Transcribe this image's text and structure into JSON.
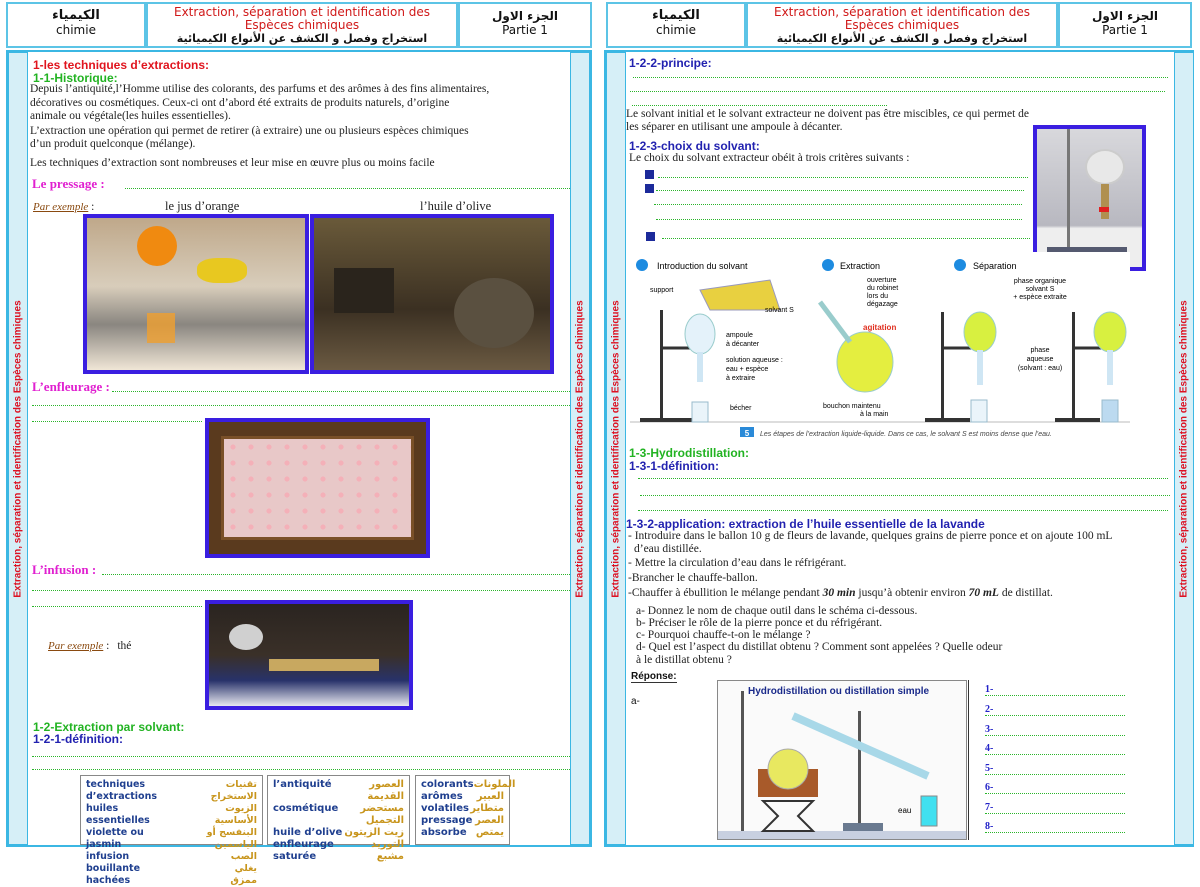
{
  "header": {
    "subject_ar": "الكيمياء",
    "subject_fr": "chimie",
    "title_fr_1": "Extraction, séparation et identification  des",
    "title_fr_2": "Espèces  chimiques",
    "title_ar": "استخراج وفصل و الكشف عن الأنواع الكيميائية",
    "part_ar": "الجزء الاول",
    "part_fr": "Partie 1"
  },
  "side_label": "Extraction, séparation et identification  des  Espèces  chimiques",
  "left": {
    "h1": "1-les techniques d’extractions:",
    "h11": "1-1-Historique:",
    "para1": [
      "Depuis l’antiquité,l’Homme utilise des colorants, des parfums et des arômes à des fins alimentaires,",
      "décoratives ou cosmétiques. Ceux-ci ont d’abord été extraits de produits naturels, d’origine",
      "animale  ou végétale(les huiles essentielles)."
    ],
    "para2": [
      "L’extraction une opération qui permet de retirer (à extraire) une ou plusieurs espèces chimiques",
      "d’un produit quelconque (mélange)."
    ],
    "para3": "Les techniques d’extraction sont nombreuses et leur mise en œuvre plus ou moins facile",
    "pressage": "Le    pressage :",
    "par_exemple": "Par exemple",
    "colon": " :",
    "jus": "le  jus d’orange",
    "huile": "l’huile d’olive",
    "enfleurage": "L’enfleurage :",
    "infusion": "L’infusion :",
    "the": "thé",
    "h12": "1-2-Extraction par solvant:",
    "h121": "1-2-1-définition:"
  },
  "vocab": [
    [
      [
        "techniques d’extractions",
        "تقنيات الاستخراج"
      ],
      [
        "huiles essentielles",
        "الزيوت الأساسية"
      ],
      [
        "violette ou jasmin",
        "البنفسج أو الياسمين"
      ],
      [
        "infusion",
        "الصب"
      ],
      [
        "bouillante",
        "يغلي"
      ],
      [
        "hachées",
        "ممزق"
      ]
    ],
    [
      [
        "l’antiquité",
        "العصور القديمة"
      ],
      [
        "cosmétique",
        "مستحضر التجميل"
      ],
      [
        "huile d’olive",
        "زيت الزيتون"
      ],
      [
        "enfleurage",
        "التوريد"
      ],
      [
        "saturée",
        "مشبع"
      ]
    ],
    [
      [
        "colorants",
        "الملونات"
      ],
      [
        "arômes",
        "العبير"
      ],
      [
        "volatiles",
        "متطاير"
      ],
      [
        "pressage",
        "العصر"
      ],
      [
        "absorbe",
        "يمتص"
      ]
    ]
  ],
  "right": {
    "h122": "1-2-2-principe:",
    "para": [
      "Le solvant  initial  et  le  solvant  extracteur  ne  doivent  pas  être miscibles, ce qui permet de",
      "les séparer en utilisant une ampoule  à décanter."
    ],
    "h123": "1-2-3-choix du solvant:",
    "choix": "Le choix du solvant extracteur obéit à trois critères suivants :",
    "diagram": {
      "a": "Introduction du solvant",
      "b": "Extraction",
      "c": "Séparation",
      "support": "support",
      "solvant": "solvant S",
      "ampoule": [
        "ampoule",
        "à décanter"
      ],
      "solution": [
        "solution aqueuse :",
        "eau + espèce",
        "à extraire"
      ],
      "becher": "bécher",
      "ouverture": [
        "ouverture",
        "du robinet",
        "lors du",
        "dégazage"
      ],
      "agitation": "agitation",
      "bouchon": [
        "bouchon maintenu",
        "à la main"
      ],
      "organique": [
        "phase organique",
        "solvant S",
        "+ espèce extraite"
      ],
      "aqueuse": [
        "phase",
        "aqueuse",
        "(solvant : eau)"
      ],
      "fig_num": "5",
      "caption": "Les étapes de l’extraction liquide-liquide. Dans ce cas, le solvant S est moins dense que l’eau."
    },
    "h13": "1-3-Hydrodistillation:",
    "h131": "1-3-1-définition:",
    "h132": "1-3-2-application: extraction de l’huile essentielle de la lavande",
    "steps": [
      "- Introduire dans le ballon 10 g de fleurs de lavande, quelques grains de pierre  ponce et on ajoute  100 mL",
      "d’eau distillée.",
      "- Mettre la circulation d’eau dans le réfrigérant.",
      "-Brancher le chauffe-ballon.",
      "-Chauffer à ébullition le mélange pendant ",
      "30 min",
      " jusqu’à obtenir environ  ",
      "70 mL",
      " de distillat."
    ],
    "questions": [
      "a- Donnez le nom de chaque outil dans le schéma ci-dessous.",
      "b- Préciser le rôle de la pierre ponce et du réfrigérant.",
      "c- Pourquoi chauffe-t-on le mélange ?",
      "d- Quel est l’aspect du distillat obtenu ? Comment sont appelées ? Quelle odeur",
      "à le distillat obtenu ?"
    ],
    "reponse": "Réponse:",
    "a_label": "a-",
    "distill_title": "Hydrodistillation ou distillation simple",
    "eau": "eau",
    "answers": [
      "1-",
      "2-",
      "3-",
      "4-",
      "5-",
      "6-",
      "7-",
      "8-"
    ]
  }
}
